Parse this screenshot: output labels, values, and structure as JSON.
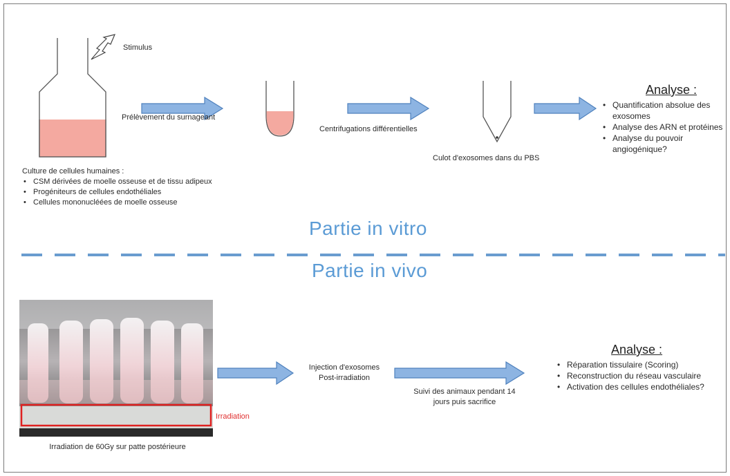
{
  "in_vitro": {
    "stimulus_label": "Stimulus",
    "culture_title": "Culture de cellules humaines :",
    "culture_items": [
      "CSM dérivées de moelle osseuse et de tissu adipeux",
      "Progéniteurs de cellules endothéliales",
      "Cellules mononucléées de moelle osseuse"
    ],
    "step1_label": "Prélèvement du surnageant",
    "step2_label": "Centrifugations différentielles",
    "pellet_label": "Culot d'exosomes dans du PBS",
    "analyse_title": "Analyse :",
    "analyse_items": [
      "Quantification absolue des exosomes",
      "Analyse des ARN et protéines",
      "Analyse du pouvoir angiogénique?"
    ],
    "section_title": "Partie in vitro"
  },
  "in_vivo": {
    "section_title": "Partie in vivo",
    "irradiation_label": "Irradiation",
    "photo_caption": "Irradiation de 60Gy sur patte postérieure",
    "injection_label": "Injection d'exosomes Post-irradiation",
    "followup_label": "Suivi des animaux pendant 14 jours puis sacrifice",
    "analyse_title": "Analyse :",
    "analyse_items": [
      "Réparation tissulaire (Scoring)",
      "Reconstruction du réseau vasculaire",
      "Activation des cellules endothéliales?"
    ]
  },
  "colors": {
    "arrow_fill": "#8db4e2",
    "arrow_stroke": "#4f81bd",
    "liquid": "#f4a9a0",
    "title_blue": "#5b9bd5",
    "irradiation_red": "#e03030"
  }
}
